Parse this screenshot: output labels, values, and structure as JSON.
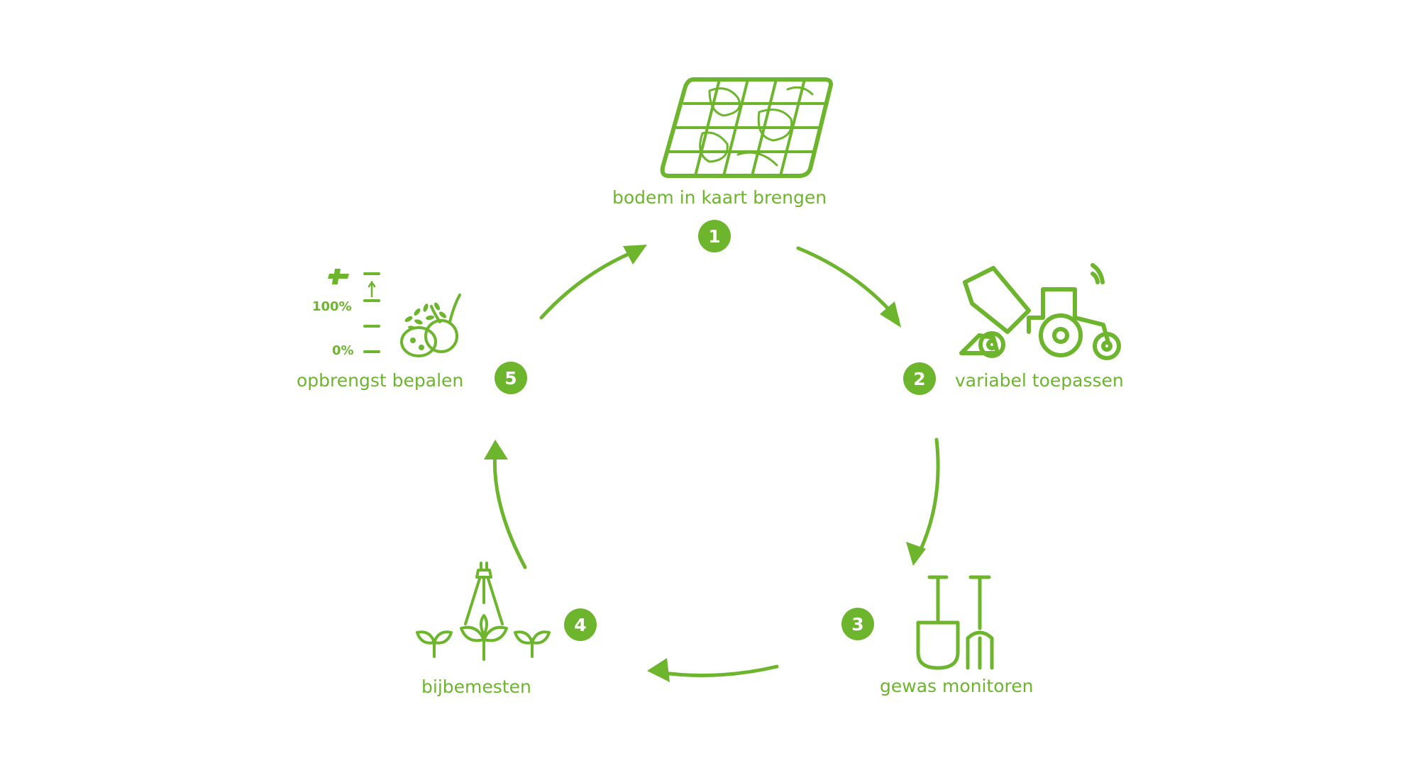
{
  "colors": {
    "accent": "#6cb52d",
    "background": "#ffffff"
  },
  "steps": [
    {
      "number": "1",
      "label": "bodem in kaart brengen",
      "icon": "soil-map-icon"
    },
    {
      "number": "2",
      "label": "variabel toepassen",
      "icon": "tractor-spreader-icon"
    },
    {
      "number": "3",
      "label": "gewas monitoren",
      "icon": "spade-fork-icon"
    },
    {
      "number": "4",
      "label": "bijbemesten",
      "icon": "sprayer-plants-icon"
    },
    {
      "number": "5",
      "label": "opbrengst bepalen",
      "icon": "yield-scale-icon"
    }
  ],
  "yield_scale": {
    "top": "100%",
    "bottom": "0%"
  }
}
